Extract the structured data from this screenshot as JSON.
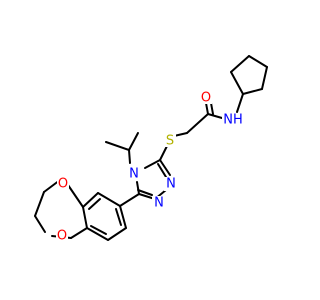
{
  "colors": {
    "background": "#ffffff",
    "bond": "#000000",
    "oxygen": "#ff0000",
    "nitrogen": "#0000ff",
    "sulfur": "#b2b200",
    "hydrogen_label": "#0000ff"
  },
  "atoms": {
    "O_amide": "O",
    "NH_amide": "NH",
    "S_thioether": "S",
    "N_ring_4": "N",
    "N_ring_2": "N",
    "N_ring_1": "N",
    "O_dioxepine_top": "O",
    "O_dioxepine_bottom": "O"
  }
}
